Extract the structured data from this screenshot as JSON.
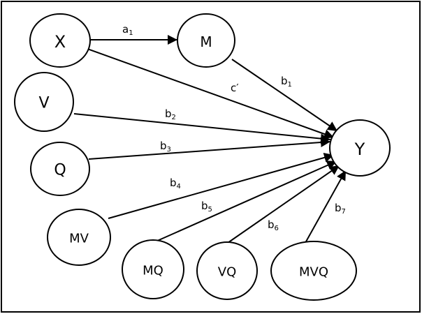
{
  "diagram": {
    "nodes": [
      {
        "id": "X",
        "label": "X"
      },
      {
        "id": "M",
        "label": "M"
      },
      {
        "id": "V",
        "label": "V"
      },
      {
        "id": "Q",
        "label": "Q"
      },
      {
        "id": "MV",
        "label": "MV"
      },
      {
        "id": "MQ",
        "label": "MQ"
      },
      {
        "id": "VQ",
        "label": "VQ"
      },
      {
        "id": "MVQ",
        "label": "MVQ"
      },
      {
        "id": "Y",
        "label": "Y"
      }
    ],
    "edges": [
      {
        "from": "X",
        "to": "M",
        "label": "a",
        "sub": "1"
      },
      {
        "from": "X",
        "to": "Y",
        "label": "c′",
        "sub": ""
      },
      {
        "from": "M",
        "to": "Y",
        "label": "b",
        "sub": "1"
      },
      {
        "from": "V",
        "to": "Y",
        "label": "b",
        "sub": "2"
      },
      {
        "from": "Q",
        "to": "Y",
        "label": "b",
        "sub": "3"
      },
      {
        "from": "MV",
        "to": "Y",
        "label": "b",
        "sub": "4"
      },
      {
        "from": "MQ",
        "to": "Y",
        "label": "b",
        "sub": "5"
      },
      {
        "from": "VQ",
        "to": "Y",
        "label": "b",
        "sub": "6"
      },
      {
        "from": "MVQ",
        "to": "Y",
        "label": "b",
        "sub": "7"
      }
    ]
  },
  "colors": {
    "stroke": "#000000",
    "fill": "#ffffff"
  }
}
